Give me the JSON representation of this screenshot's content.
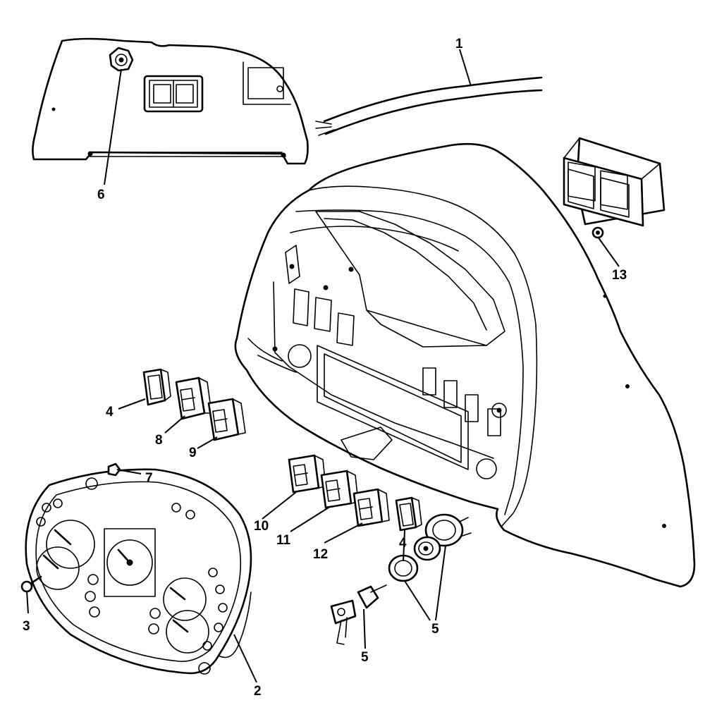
{
  "callouts": [
    {
      "id": "c1",
      "text": "1"
    },
    {
      "id": "c2",
      "text": "2"
    },
    {
      "id": "c3",
      "text": "3"
    },
    {
      "id": "c4a",
      "text": "4"
    },
    {
      "id": "c4b",
      "text": "4"
    },
    {
      "id": "c5a",
      "text": "5"
    },
    {
      "id": "c5b",
      "text": "5"
    },
    {
      "id": "c6",
      "text": "6"
    },
    {
      "id": "c7",
      "text": "7"
    },
    {
      "id": "c8",
      "text": "8"
    },
    {
      "id": "c9",
      "text": "9"
    },
    {
      "id": "c10",
      "text": "10"
    },
    {
      "id": "c11",
      "text": "11"
    },
    {
      "id": "c12",
      "text": "12"
    },
    {
      "id": "c13",
      "text": "13"
    }
  ]
}
